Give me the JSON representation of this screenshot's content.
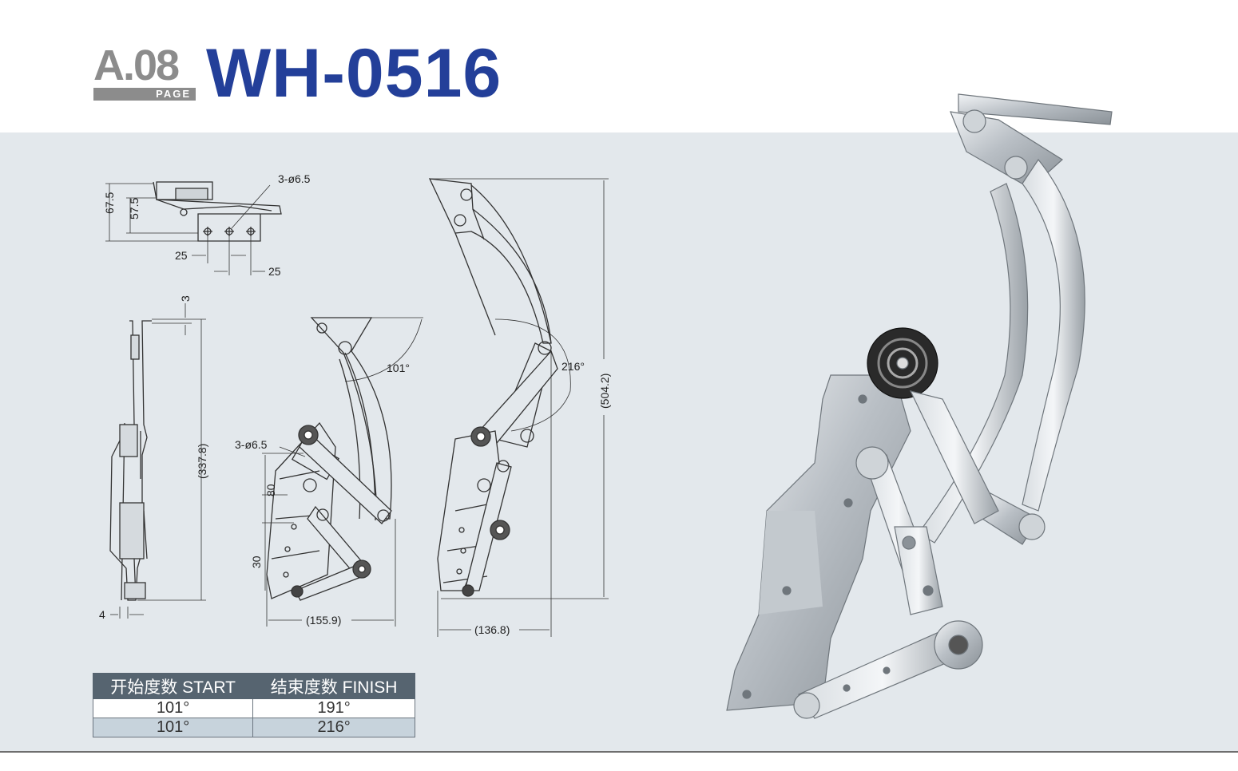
{
  "header": {
    "page_code": "A.08",
    "page_label": "PAGE",
    "model": "WH-0516"
  },
  "drawing": {
    "top_view": {
      "dim_height_total": "67.5",
      "dim_height_inner": "57.5",
      "holes": "3-ø6.5",
      "pitch_left": "25",
      "pitch_right": "25"
    },
    "side_view": {
      "dim_top": "3",
      "dim_height": "(337.8)",
      "dim_bottom": "4"
    },
    "start_view": {
      "angle": "101°",
      "holes": "3-ø6.5",
      "dim_80": "80",
      "dim_30": "30",
      "dim_width": "(155.9)"
    },
    "finish_view": {
      "angle": "216°",
      "dim_height": "(504.2)",
      "dim_width": "(136.8)"
    }
  },
  "spec_table": {
    "headers": [
      "开始度数 START",
      "结束度数 FINISH"
    ],
    "rows": [
      [
        "101°",
        "191°"
      ],
      [
        "101°",
        "216°"
      ]
    ]
  },
  "colors": {
    "brand_blue": "#233f99",
    "badge_gray": "#8c8c8c",
    "panel_bg": "#e3e8ec",
    "table_header": "#566470",
    "table_alt_row": "#c7d3dc"
  }
}
